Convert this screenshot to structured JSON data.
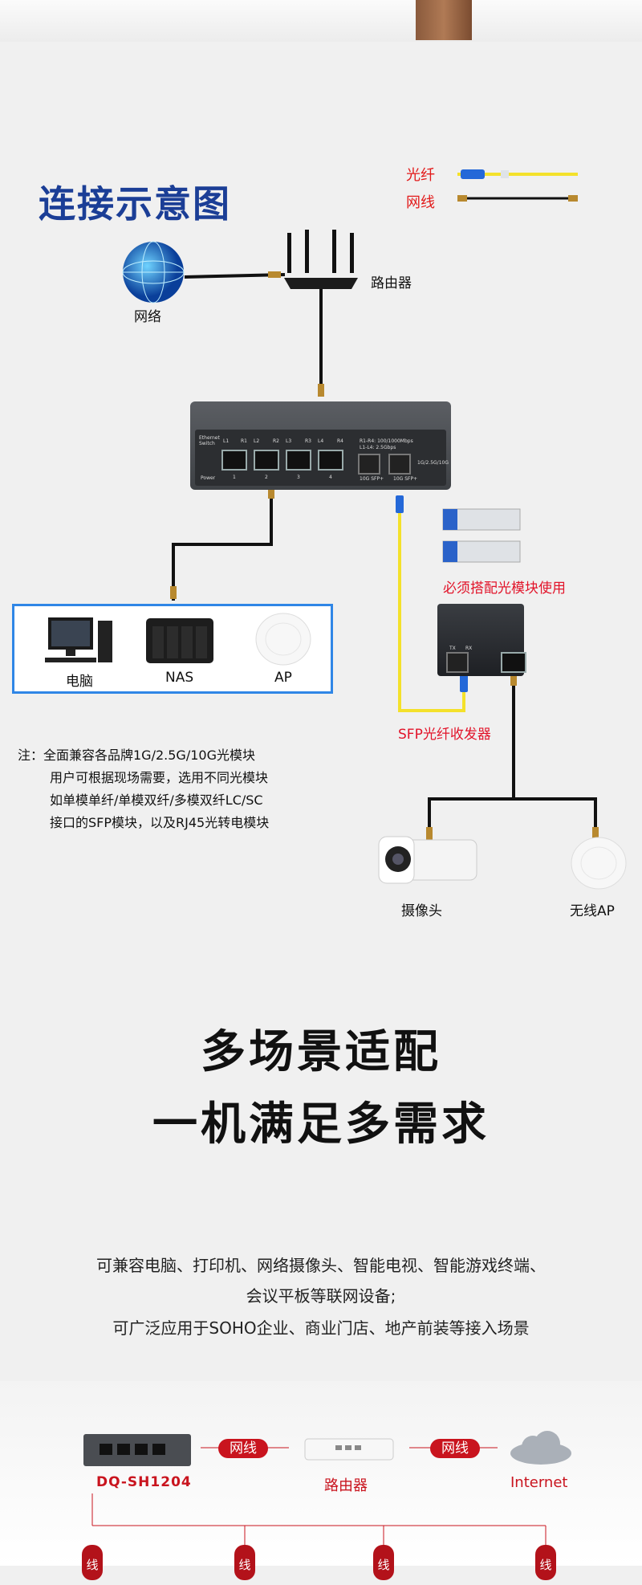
{
  "diagram": {
    "title": "连接示意图",
    "legend": {
      "fiber": "光纤",
      "cable": "网线"
    },
    "labels": {
      "network": "网络",
      "router": "路由器",
      "computer": "电脑",
      "nas": "NAS",
      "ap": "AP",
      "sfp_note": "必须搭配光模块使用",
      "sfp_transceiver": "SFP光纤收发器",
      "camera": "摄像头",
      "wireless_ap": "无线AP"
    },
    "switch": {
      "brand": "Ethernet Switch",
      "ports": [
        "L1",
        "R1",
        "L2",
        "R2",
        "L3",
        "R3",
        "L4",
        "R4"
      ],
      "port_numbers": [
        "1",
        "2",
        "3",
        "4"
      ],
      "spec1": "R1-R4: 100/1000Mbps",
      "spec2": "L1-L4: 2.5Gbps",
      "sfp_speed": "1G/2.5G/10G",
      "sfp1": "10G SFP+",
      "sfp2": "10G SFP+",
      "power": "Power"
    },
    "converter": {
      "tx": "TX",
      "rx": "RX"
    },
    "note": {
      "line1": "注：全面兼容各品牌1G/2.5G/10G光模块",
      "line2": "用户可根据现场需要，选用不同光模块",
      "line3": "如单模单纤/单模双纤/多模双纤LC/SC",
      "line4": "接口的SFP模块，以及RJ45光转电模块"
    }
  },
  "section2": {
    "heading1": "多场景适配",
    "heading2": "一机满足多需求",
    "para1": "可兼容电脑、打印机、网络摄像头、智能电视、智能游戏终端、",
    "para2": "会议平板等联网设备;",
    "para3": "可广泛应用于SOHO企业、商业门店、地产前装等接入场景"
  },
  "topology": {
    "device": "DQ-SH1204",
    "router": "路由器",
    "internet": "Internet",
    "cable1": "网线",
    "cable2": "网线",
    "tags": [
      "线",
      "线",
      "线",
      "线"
    ]
  },
  "colors": {
    "title_blue": "#1b3e96",
    "accent_red": "#e2142a",
    "box_blue": "#2f86e6"
  }
}
